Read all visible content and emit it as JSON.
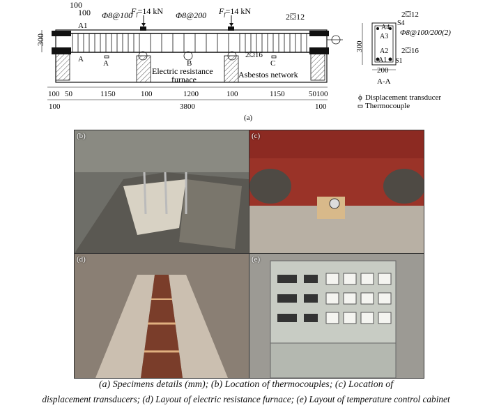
{
  "diagram": {
    "label_a": "(a)",
    "rebar_top": "2⛋12",
    "rebar_bottom": "2⛋16",
    "stirrup_left": "Φ8@100",
    "stirrup_mid": "Φ8@200",
    "load_left": "F",
    "load_right": "F",
    "load_sub": "f",
    "load_value": "=14 kN",
    "height": "300",
    "dim_top_a": "100",
    "dim_top_b": "100",
    "point_A1": "A1",
    "section_A_left": "A",
    "section_A_mid": "A",
    "point_B": "B",
    "point_C": "C",
    "furnace": "Electric resistance",
    "furnace2": "furnace",
    "asbestos": "Asbestos network",
    "dims_row1": [
      "100",
      "50",
      "1150",
      "100",
      "1200",
      "100",
      "1150",
      "50",
      "100"
    ],
    "dims_row2": [
      "100",
      "3800",
      "100"
    ],
    "section": {
      "rebar_top": "2⛋12",
      "rebar_bottom": "2⛋16",
      "stirrup": "Φ8@100/200(2)",
      "height": "300",
      "width": "200",
      "pts": [
        "A4",
        "S4",
        "A3",
        "A2",
        "A1",
        "S1"
      ],
      "title": "A-A"
    },
    "legend": {
      "displacement": "Displacement transducer",
      "thermocouple": "Thermocouple",
      "displacement_symbol": "ϕ"
    }
  },
  "photos": {
    "b": "(b)",
    "c": "(c)",
    "d": "(d)",
    "e": "(e)"
  },
  "caption": {
    "line1": "(a) Specimens details (mm); (b) Location of thermocouples; (c) Location of",
    "line2": "displacement transducers; (d) Layout of electric resistance furnace; (e) Layout of temperature control cabinet"
  }
}
